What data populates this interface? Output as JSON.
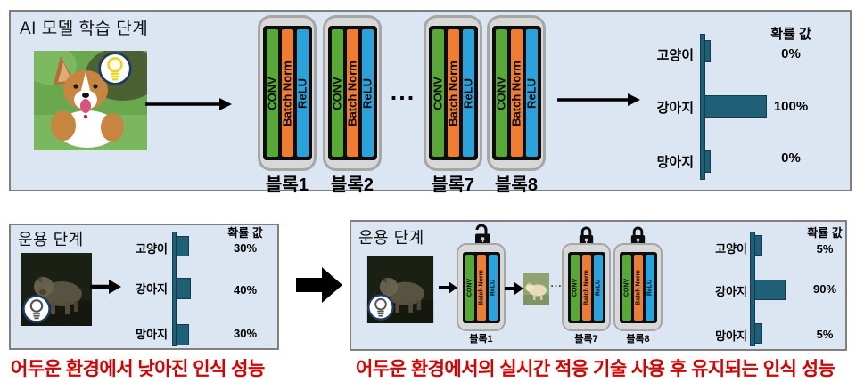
{
  "colors": {
    "panel_bg": "#dbe6f2",
    "panel_border": "#7f7f7f",
    "bar_teal": "#1f6076",
    "bar_teal_border": "#123c4c",
    "conv_green": "#58a838",
    "batchnorm_orange": "#ee7d31",
    "relu_blue": "#2aa2dc",
    "block_gray": "#d8d8d8",
    "block_border": "#a6a6a6",
    "caption_red": "#d80000"
  },
  "layers": [
    "CONV",
    "Batch Norm",
    "ReLU"
  ],
  "training": {
    "title": "AI 모델 학습 단계",
    "input_image": "bright-corgi-photo",
    "bulb": "bright-lightbulb-icon",
    "dots": "...",
    "blocks": [
      {
        "label": "블록1"
      },
      {
        "label": "블록2"
      },
      {
        "label": "블록7"
      },
      {
        "label": "블록8"
      }
    ],
    "chart": {
      "type": "bar",
      "header": "확률 값",
      "bars": [
        {
          "label": "고양이",
          "value": 0,
          "display": "0%"
        },
        {
          "label": "강아지",
          "value": 100,
          "display": "100%"
        },
        {
          "label": "망아지",
          "value": 0,
          "display": "0%"
        }
      ]
    }
  },
  "before": {
    "title": "운용 단계",
    "input_image": "dark-puppy-photo",
    "bulb": "dim-lightbulb-icon",
    "chart": {
      "type": "bar",
      "header": "확률 값",
      "bars": [
        {
          "label": "고양이",
          "value": 30,
          "display": "30%"
        },
        {
          "label": "강아지",
          "value": 40,
          "display": "40%"
        },
        {
          "label": "망아지",
          "value": 30,
          "display": "30%"
        }
      ]
    },
    "caption": "어두운 환경에서 낮아진 인식 성능"
  },
  "after": {
    "title": "운용 단계",
    "input_image": "dark-puppy-photo",
    "intermediate_image": "restored-puppy-thumbnail",
    "bulb": "dim-lightbulb-icon",
    "dots": "...",
    "blocks": [
      {
        "label": "블록1",
        "lock": "open"
      },
      {
        "label": "블록7",
        "lock": "closed"
      },
      {
        "label": "블록8",
        "lock": "closed"
      }
    ],
    "chart": {
      "type": "bar",
      "header": "확률 값",
      "bars": [
        {
          "label": "고양이",
          "value": 5,
          "display": "5%"
        },
        {
          "label": "강아지",
          "value": 90,
          "display": "90%"
        },
        {
          "label": "망아지",
          "value": 5,
          "display": "5%"
        }
      ]
    },
    "caption": "어두운 환경에서의 실시간 적응 기술 사용 후 유지되는 인식 성능"
  }
}
